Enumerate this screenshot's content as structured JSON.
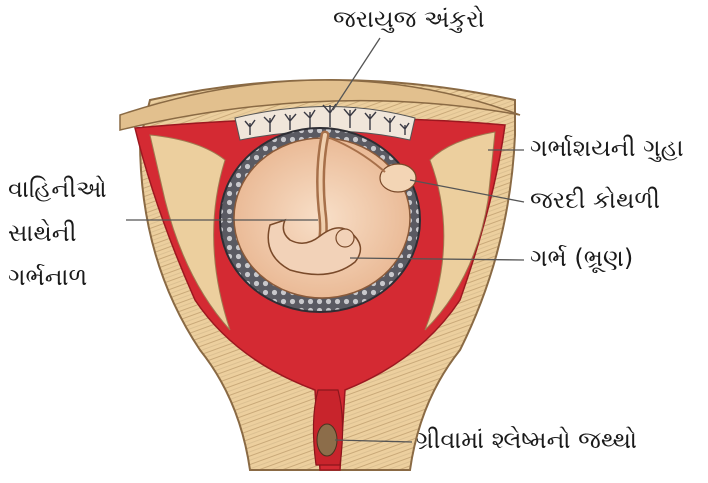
{
  "labels": {
    "chorionic_villi": "જરાયુજ અંકુરો",
    "uterine_cavity": "ગર્ભાશયની ગુહા",
    "yolk_sac": "જરદી કોથળી",
    "embryo": "ગર્ભ (ભ્રૂણ)",
    "umbilical_cord": [
      "વાહિનીઓ",
      "સાથેની",
      "ગર્ભનાળ"
    ],
    "cervical_mucus_plug": "ગ્રીવામાં શ્લેષ્મનો જથ્થો"
  },
  "colors": {
    "uterine_wall": "#eccf9e",
    "uterine_wall_stripes": "#b99a6a",
    "endometrium_red": "#d42a33",
    "amniotic_fluid": "#f6d8bd",
    "membrane_dark": "#4a4a52",
    "embryo": "#f2d2b8",
    "leader_line": "#555555"
  }
}
